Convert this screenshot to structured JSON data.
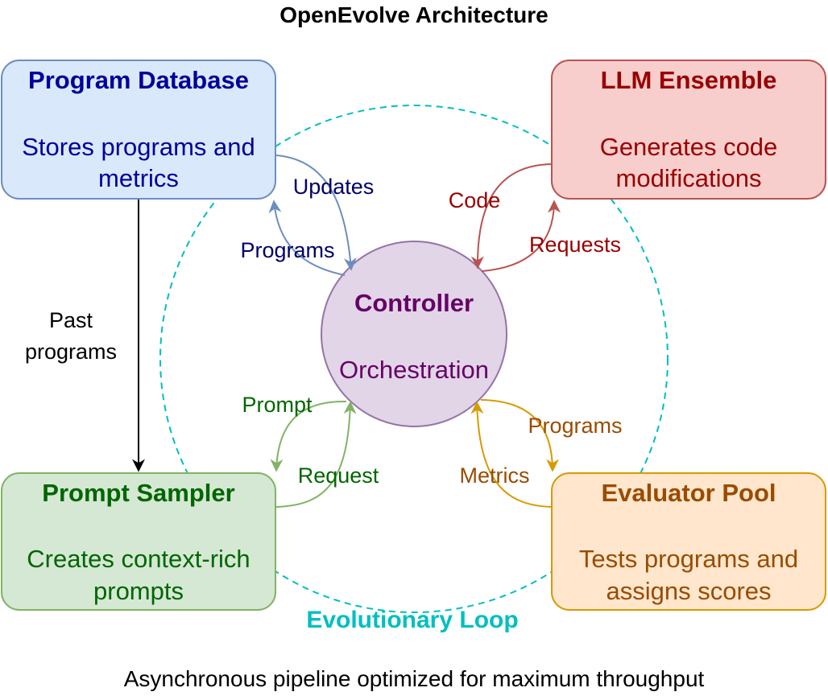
{
  "title": "OpenEvolve Architecture",
  "footer": "Asynchronous pipeline optimized for maximum throughput",
  "loop_label": "Evolutionary Loop",
  "colors": {
    "db_fill": "#dae8fc",
    "db_stroke": "#6c8ebf",
    "db_text": "#000099",
    "llm_fill": "#f8cecc",
    "llm_stroke": "#b85450",
    "llm_text": "#990000",
    "ps_fill": "#d5e8d4",
    "ps_stroke": "#82b366",
    "ps_text": "#006600",
    "ep_fill": "#ffe6cc",
    "ep_stroke": "#d79b00",
    "ep_text": "#994c00",
    "ctrl_fill": "#e1d5e7",
    "ctrl_stroke": "#9673a6",
    "ctrl_text": "#660066",
    "loop": "#00bfbf"
  },
  "nodes": {
    "program_database": {
      "title": "Program Database",
      "line1": "Stores programs and",
      "line2": "metrics"
    },
    "llm_ensemble": {
      "title": "LLM Ensemble",
      "line1": "Generates code",
      "line2": "modifications"
    },
    "prompt_sampler": {
      "title": "Prompt Sampler",
      "line1": "Creates context-rich",
      "line2": "prompts"
    },
    "evaluator_pool": {
      "title": "Evaluator Pool",
      "line1": "Tests programs and",
      "line2": "assigns scores"
    },
    "controller": {
      "title": "Controller",
      "subtitle": "Orchestration"
    }
  },
  "edges": {
    "updates": "Updates",
    "programs_db": "Programs",
    "code": "Code",
    "requests": "Requests",
    "prompt": "Prompt",
    "request": "Request",
    "programs_ep": "Programs",
    "metrics": "Metrics",
    "past_line1": "Past",
    "past_line2": "programs"
  }
}
